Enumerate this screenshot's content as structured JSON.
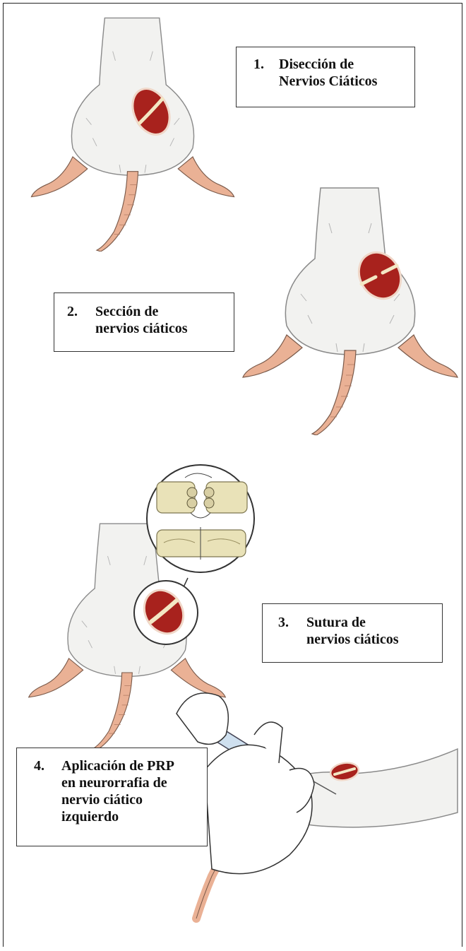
{
  "steps": [
    {
      "number": "1.",
      "lines": [
        "Disección de",
        "Nervios Ciáticos"
      ]
    },
    {
      "number": "2.",
      "lines": [
        "Sección de",
        "nervios ciáticos"
      ]
    },
    {
      "number": "3.",
      "lines": [
        "Sutura de",
        "nervios ciáticos"
      ]
    },
    {
      "number": "4.",
      "lines": [
        "Aplicación de PRP",
        "en neurorrafia de",
        "nervio ciático",
        "izquierdo"
      ]
    }
  ],
  "colors": {
    "fur": "#f2f2f0",
    "fur_outline": "#8a8a8a",
    "skin": "#eab195",
    "incision": "#a8221d",
    "nerve": "#f3e7c4",
    "nerve_tissue": "#e9e2b8"
  }
}
